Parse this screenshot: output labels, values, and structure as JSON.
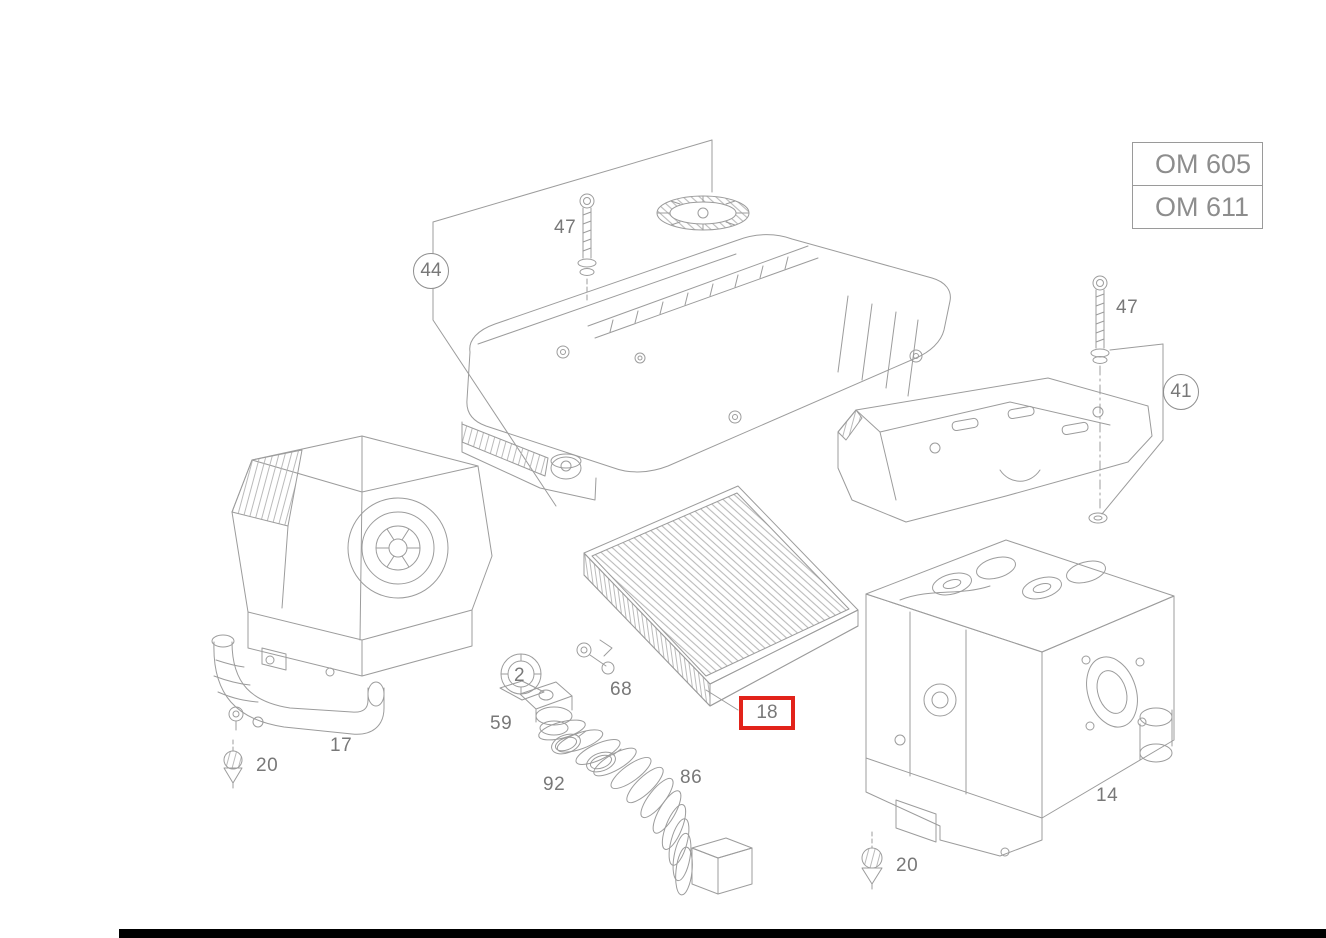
{
  "diagram": {
    "type": "exploded-parts-diagram",
    "engine_codes": {
      "top": "OM 605",
      "bottom": "OM 611"
    },
    "highlighted_part": "18",
    "labels": {
      "part_44": "44",
      "part_47_top": "47",
      "part_47_right": "47",
      "part_41": "41",
      "part_18": "18",
      "part_17": "17",
      "part_20_left": "20",
      "part_2": "2",
      "part_59": "59",
      "part_68": "68",
      "part_92": "92",
      "part_86": "86",
      "part_14": "14",
      "part_20_right": "20"
    },
    "colors": {
      "line": "#9c9c9c",
      "label_text": "#787878",
      "highlight": "#e2231a",
      "background": "#ffffff"
    }
  }
}
